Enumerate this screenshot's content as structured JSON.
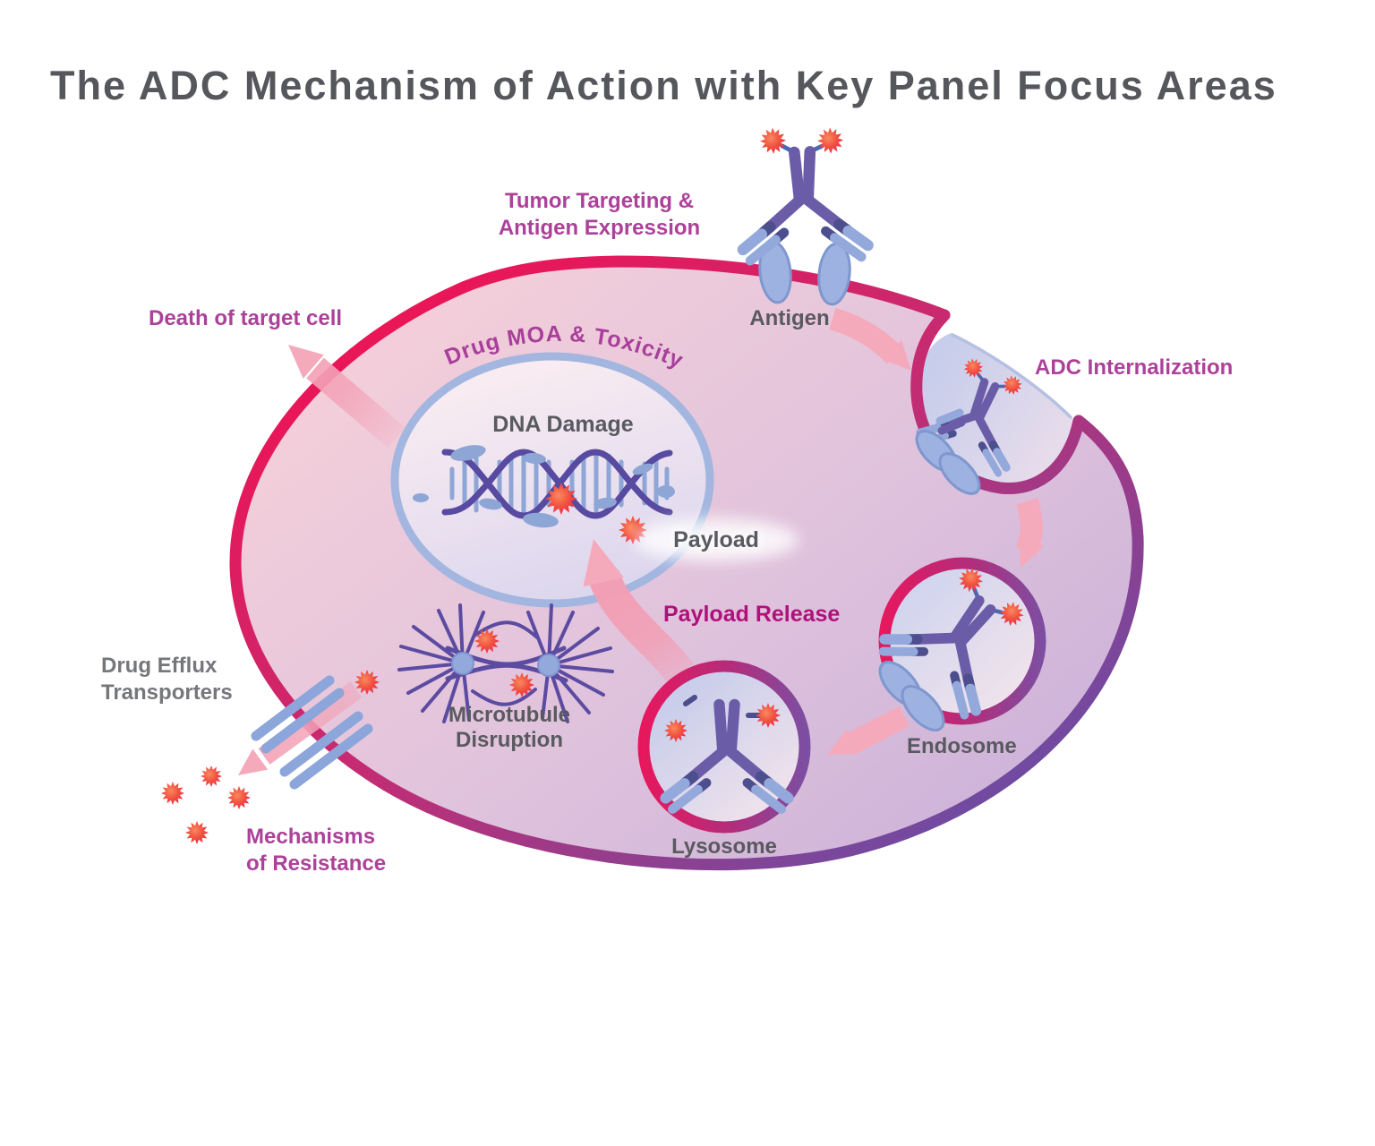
{
  "title": "The ADC Mechanism of Action with Key Panel Focus Areas",
  "labels": {
    "tumor_targeting": "Tumor Targeting &\nAntigen Expression",
    "antigen": "Antigen",
    "adc_internalization": "ADC Internalization",
    "drug_moa_toxicity": "Drug MOA & Toxicity",
    "dna_damage": "DNA Damage",
    "payload": "Payload",
    "payload_release": "Payload Release",
    "endosome": "Endosome",
    "lysosome": "Lysosome",
    "microtubule_disruption": "Microtubule Disruption",
    "drug_efflux_transporters": "Drug Efflux\nTransporters",
    "mechanisms_of_resistance": "Mechanisms\nof Resistance",
    "death_of_target_cell": "Death of target cell"
  },
  "palette": {
    "membrane_crimson": "#EE1355",
    "membrane_purple": "#6E4BA2",
    "cell_fill_pink": "#F3CEDA",
    "cell_fill_mauve": "#CDB3D9",
    "magenta_label": "#AC4199",
    "deep_magenta_label": "#B0107A",
    "gray_label": "#595A5F",
    "antibody_purple": "#6B5CA8",
    "antibody_light_blue": "#93A9DC",
    "antibody_navy": "#4C4E8E",
    "antigen_blue": "#9DB2E0",
    "payload_center": "#F98A5F",
    "payload_red": "#E91950",
    "arrow_pink": "#F5AABC",
    "nucleus_border": "#A2B6E0",
    "dna_strand_purple": "#574AA0",
    "dna_rung_blue": "#8EA6D6"
  }
}
